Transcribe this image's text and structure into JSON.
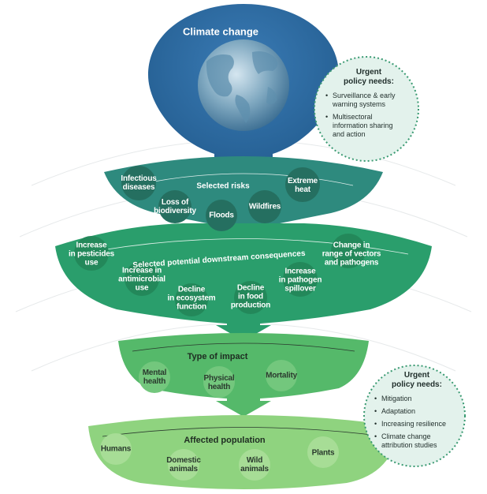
{
  "title": "Climate change",
  "tiers": {
    "risks": {
      "title": "Selected risks",
      "items": [
        "Infectious\ndiseases",
        "Loss of\nbiodiversity",
        "Floods",
        "Wildfires",
        "Extreme\nheat"
      ]
    },
    "consequences": {
      "title": "Selected potential downstream consequences",
      "items": [
        "Increase\nin pesticides\nuse",
        "Increase in\nantimicrobial\nuse",
        "Decline\nin ecosystem\nfunction",
        "Decline\nin food\nproduction",
        "Increase\nin pathogen\nspillover",
        "Change in\nrange of vectors\nand pathogens"
      ]
    },
    "impact": {
      "title": "Type of impact",
      "items": [
        "Mental\nhealth",
        "Physical\nhealth",
        "Mortality"
      ]
    },
    "population": {
      "title": "Affected population",
      "items": [
        "Humans",
        "Domestic\nanimals",
        "Wild\nanimals",
        "Plants"
      ]
    }
  },
  "policy_top": {
    "heading": "Urgent\npolicy needs:",
    "items": [
      "Surveillance & early\nwarning systems",
      "Multisectoral\ninformation sharing\nand action"
    ]
  },
  "policy_bottom": {
    "heading": "Urgent\npolicy needs:",
    "items": [
      "Mitigation",
      "Adaptation",
      "Increasing resilience",
      "Climate change\nattribution studies"
    ]
  },
  "colors": {
    "globe_bg": "#2f6aa0",
    "risks": "#2e8a7e",
    "consequences": "#2a9e6c",
    "impact": "#55b96a",
    "population": "#8fd37f",
    "policy_fill": "#e3f2ec",
    "policy_border": "#3a9a72"
  }
}
